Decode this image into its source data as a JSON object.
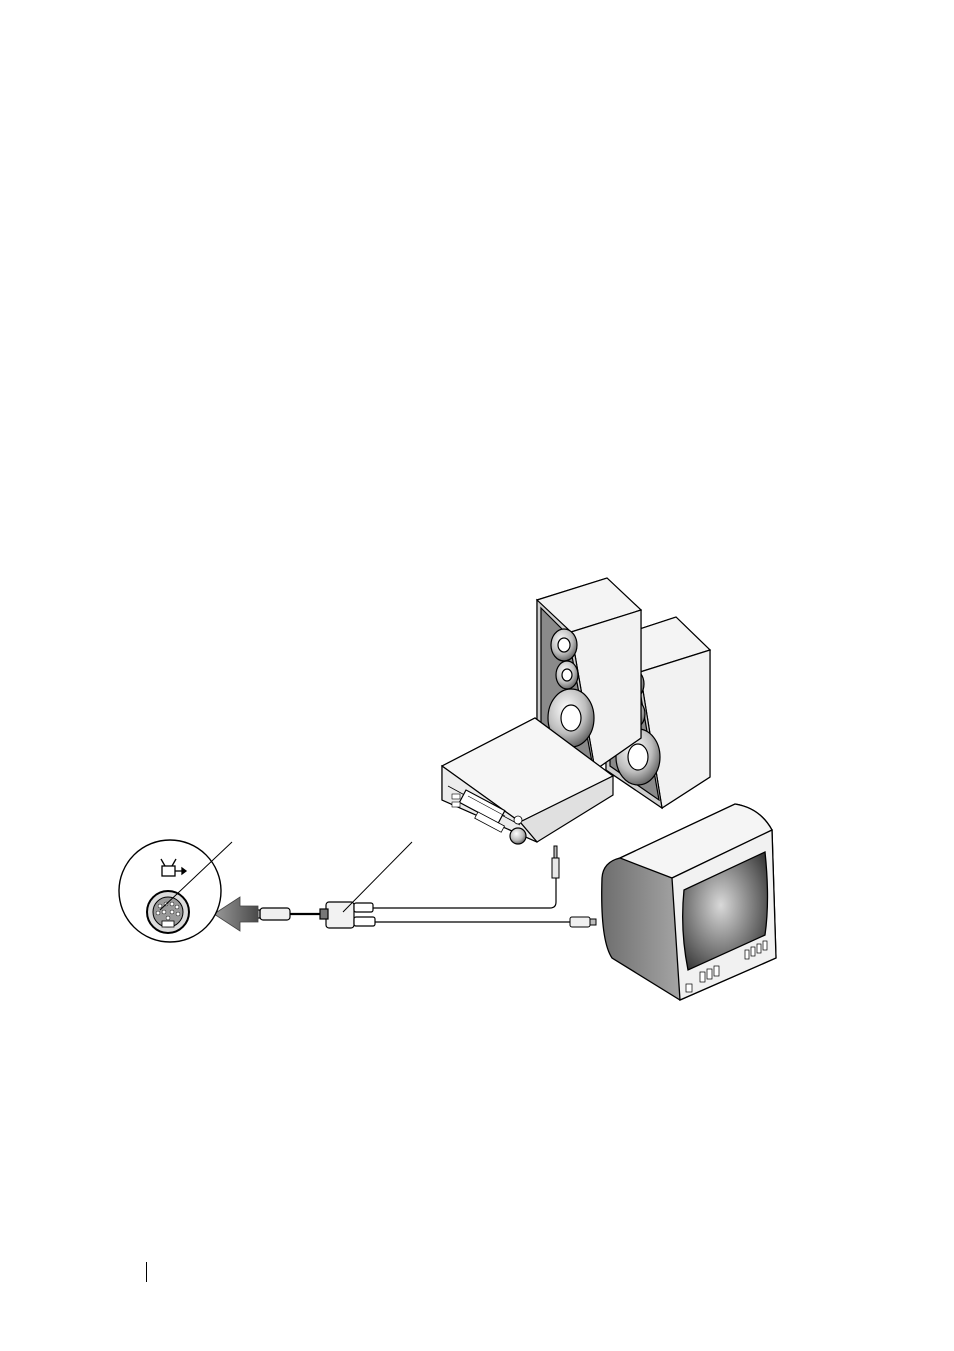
{
  "figure": {
    "connector_icon": "tv-out-icon",
    "devices": [
      "tv-out-port",
      "adapter",
      "stereo-receiver",
      "speaker",
      "speaker",
      "television"
    ],
    "callouts": 2
  },
  "colors": {
    "line": "#000000",
    "dark_gray": "#4a4a4a",
    "mid_gray": "#8c8c8c",
    "light_gray": "#d9d9d9",
    "paper": "#ffffff"
  }
}
